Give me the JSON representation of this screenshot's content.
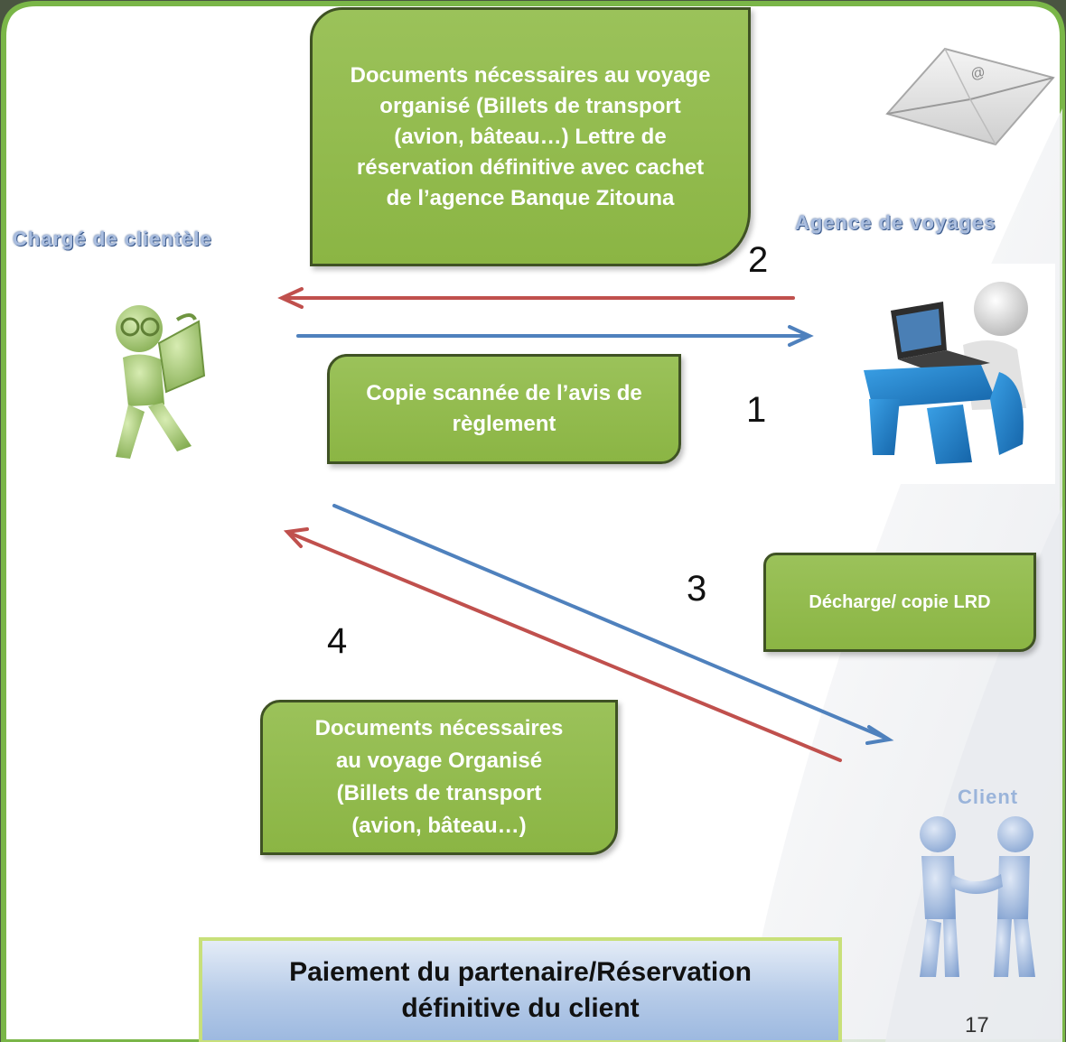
{
  "colors": {
    "box_green": "#8bb544",
    "arrow_red": "#c0504d",
    "arrow_blue": "#4f81bd",
    "role_text": "#a5b9dc",
    "title_border": "#c8e07a"
  },
  "roles": {
    "charge_clientele": "Chargé de clientèle",
    "agence_voyages": "Agence de voyages",
    "client": "Client"
  },
  "boxes": {
    "documents_agence": "Documents nécessaires au voyage organisé (Billets de transport (avion, bâteau…) Lettre de réservation définitive avec cachet de l’agence Banque Zitouna",
    "copie_scannee": "Copie scannée  de l’avis de règlement",
    "decharge": "Décharge/ copie LRD",
    "documents_client": "Documents nécessaires au voyage Organisé (Billets de transport (avion, bâteau…)"
  },
  "steps": {
    "step1": "1",
    "step2": "2",
    "step3": "3",
    "step4": "4"
  },
  "icons": {
    "email": "envelope-icon",
    "agent": "laptop-user-icon",
    "charge": "reading-person-icon",
    "client": "handshake-icon"
  },
  "title": "Paiement du partenaire/Réservation définitive du client",
  "page_number": "17"
}
